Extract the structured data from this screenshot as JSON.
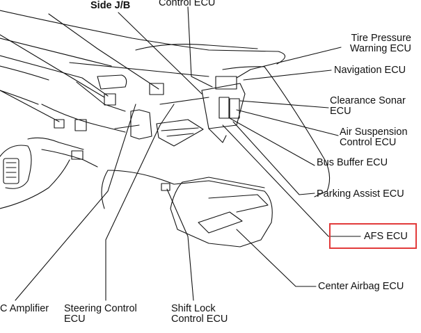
{
  "labels": {
    "side_jb": "Side J/B",
    "control_ecu": "Control ECU",
    "tire_pressure": [
      "Tire Pressure",
      "Warning ECU"
    ],
    "navigation": "Navigation ECU",
    "clearance_sonar": [
      "Clearance Sonar",
      "ECU"
    ],
    "air_suspension": [
      "Air Suspension",
      "Control ECU"
    ],
    "bus_buffer": "Bus Buffer ECU",
    "parking_assist": "Parking Assist ECU",
    "afs": "AFS ECU",
    "center_airbag": "Center Airbag ECU",
    "ac_amplifier": "C Amplifier",
    "steering_control": [
      "Steering Control",
      "ECU"
    ],
    "shift_lock": [
      "Shift Lock",
      "Control ECU"
    ]
  },
  "highlight": {
    "target": "AFS ECU",
    "color": "#e23a3a"
  }
}
